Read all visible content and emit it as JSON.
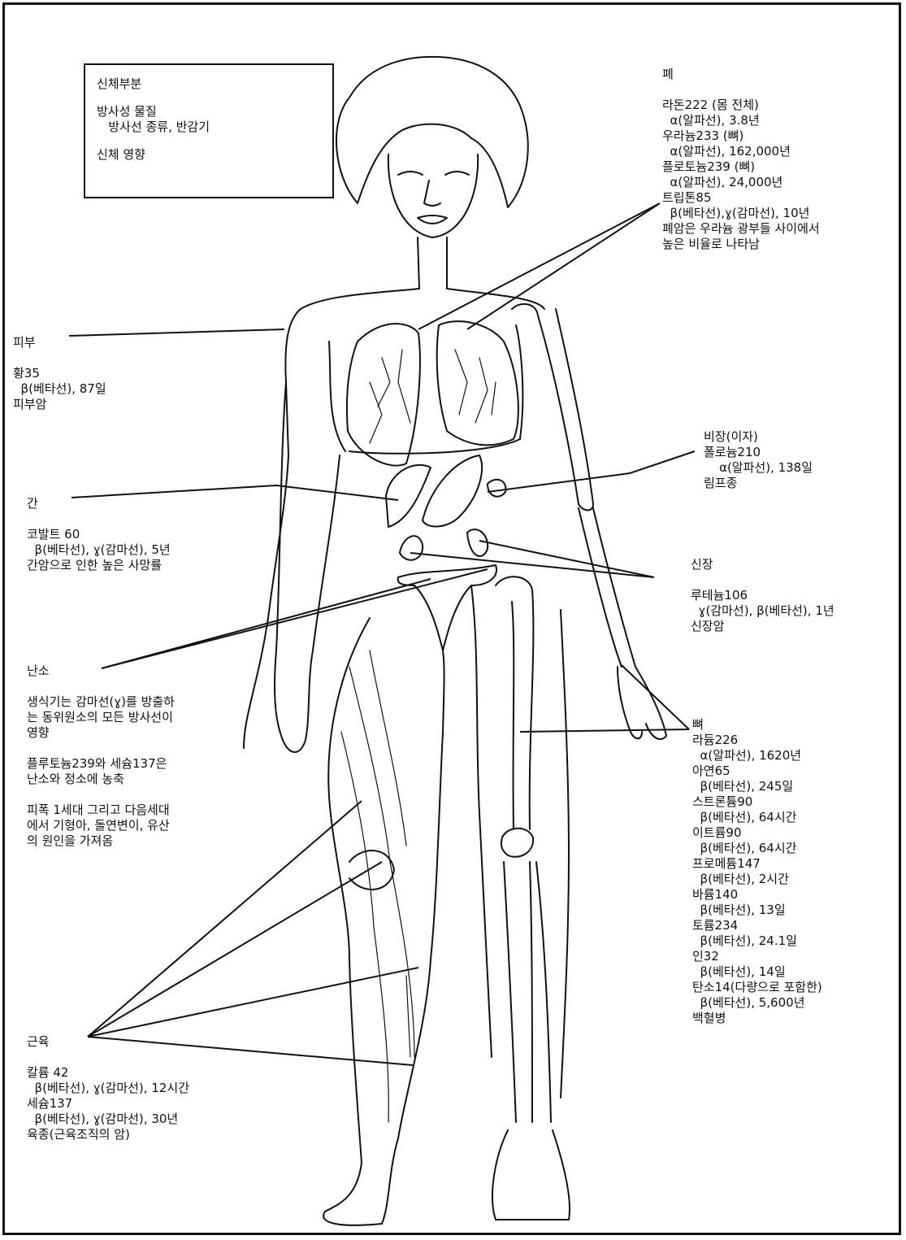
{
  "legend": {
    "line1": "신체부분",
    "line2": "방사성 물질",
    "line3": "   방사선 종류, 반감기",
    "line4": "신체 영향"
  },
  "lung": {
    "title": "폐",
    "lines": [
      "라돈222 (몸 전체)",
      "  α(알파선), 3.8년",
      "우라늄233 (뼈)",
      "  α(알파선), 162,000년",
      "플로토늄239 (뼈)",
      "  α(알파선), 24,000년",
      "트립톤85",
      "  β(베타선),ɣ(감마선), 10년",
      "폐암은 우라늄 광부들 사이에서",
      "높은 비율로 나타남"
    ]
  },
  "skin": {
    "title": "피부",
    "lines": [
      "황35",
      "  β(베타선), 87일",
      "피부암"
    ]
  },
  "spleen": {
    "title": "비장(이자)",
    "lines": [
      "폴로늄210",
      "    α(알파선), 138일",
      "림프종"
    ]
  },
  "liver": {
    "title": "간",
    "lines": [
      "코발트 60",
      "  β(베타선), ɣ(감마선), 5년",
      "간암으로 인한 높은 사망률"
    ]
  },
  "kidney": {
    "title": "신장",
    "lines": [
      "루테늄106",
      "  ɣ(감마선), β(베타선), 1년",
      "신장암"
    ]
  },
  "ovary": {
    "title": "난소",
    "lines": [
      "생식기는 감마선(ɣ)를 방출하",
      "는 동위원소의 모든 방사선이",
      "영향",
      "",
      "플루토늄239와 세슘137은",
      "난소와 정소에 농축",
      "",
      "피폭 1세대 그리고 다음세대",
      "에서 기형아, 돌연변이, 유산",
      "의 원인을 가져옴"
    ]
  },
  "bone": {
    "title": "뼈",
    "lines": [
      "라듐226",
      "  α(알파선), 1620년",
      "아연65",
      "  β(베타선), 245일",
      "스트론튬90",
      "  β(베타선), 64시간",
      "이트륨90",
      "  β(베타선), 64시간",
      "프로메튬147",
      "  β(베타선), 2시간",
      "바륨140",
      "  β(베타선), 13일",
      "토륨234",
      "  β(베타선), 24.1일",
      "인32",
      "  β(베타선), 14일",
      "탄소14(다량으로 포함한)",
      "  β(베타선), 5,600년",
      "백혈병"
    ]
  },
  "muscle": {
    "title": "근육",
    "lines": [
      "칼륨 42",
      "  β(베타선), ɣ(감마선), 12시간",
      "세슘137",
      "  β(베타선), ɣ(감마선), 30년",
      "육종(근육조직의 암)"
    ]
  }
}
